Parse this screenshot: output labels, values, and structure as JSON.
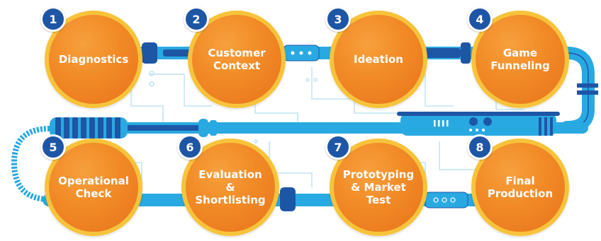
{
  "colors": {
    "pipe": "#29a9e1",
    "pipe_dark": "#1e56a6",
    "circuit": "#bfe3f3",
    "circle_fill": "#f18a26",
    "circle_border": "#f7c33a",
    "badge": "#1e56a6"
  },
  "steps": [
    {
      "number": "1",
      "label": "Diagnostics"
    },
    {
      "number": "2",
      "label": "Customer\nContext"
    },
    {
      "number": "3",
      "label": "Ideation"
    },
    {
      "number": "4",
      "label": "Game\nFunneling"
    },
    {
      "number": "5",
      "label": "Operational\nCheck"
    },
    {
      "number": "6",
      "label": "Evaluation\n& Shortlisting"
    },
    {
      "number": "7",
      "label": "Prototyping\n& Market\nTest"
    },
    {
      "number": "8",
      "label": "Final\nProduction"
    }
  ]
}
